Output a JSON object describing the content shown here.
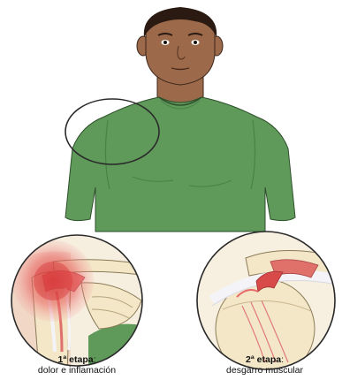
{
  "stages": [
    {
      "number": "1ª etapa",
      "suffix": ":",
      "description": "dolor e inflamación"
    },
    {
      "number": "2ª etapa",
      "suffix": ":",
      "description": "desgarro muscular"
    }
  ],
  "colors": {
    "skin": "#9c6a4b",
    "skin_shadow": "#7e5238",
    "hair": "#2a1a12",
    "shirt": "#5f9a5a",
    "shirt_shadow": "#4c8147",
    "inflammation": "#e05a5a",
    "bone": "#f3e7c8",
    "muscle": "#e0706a",
    "tendon": "#f4f4f8"
  },
  "icons": [
    "shoulder-highlight-circle",
    "inflammation-detail",
    "muscle-tear-detail"
  ]
}
